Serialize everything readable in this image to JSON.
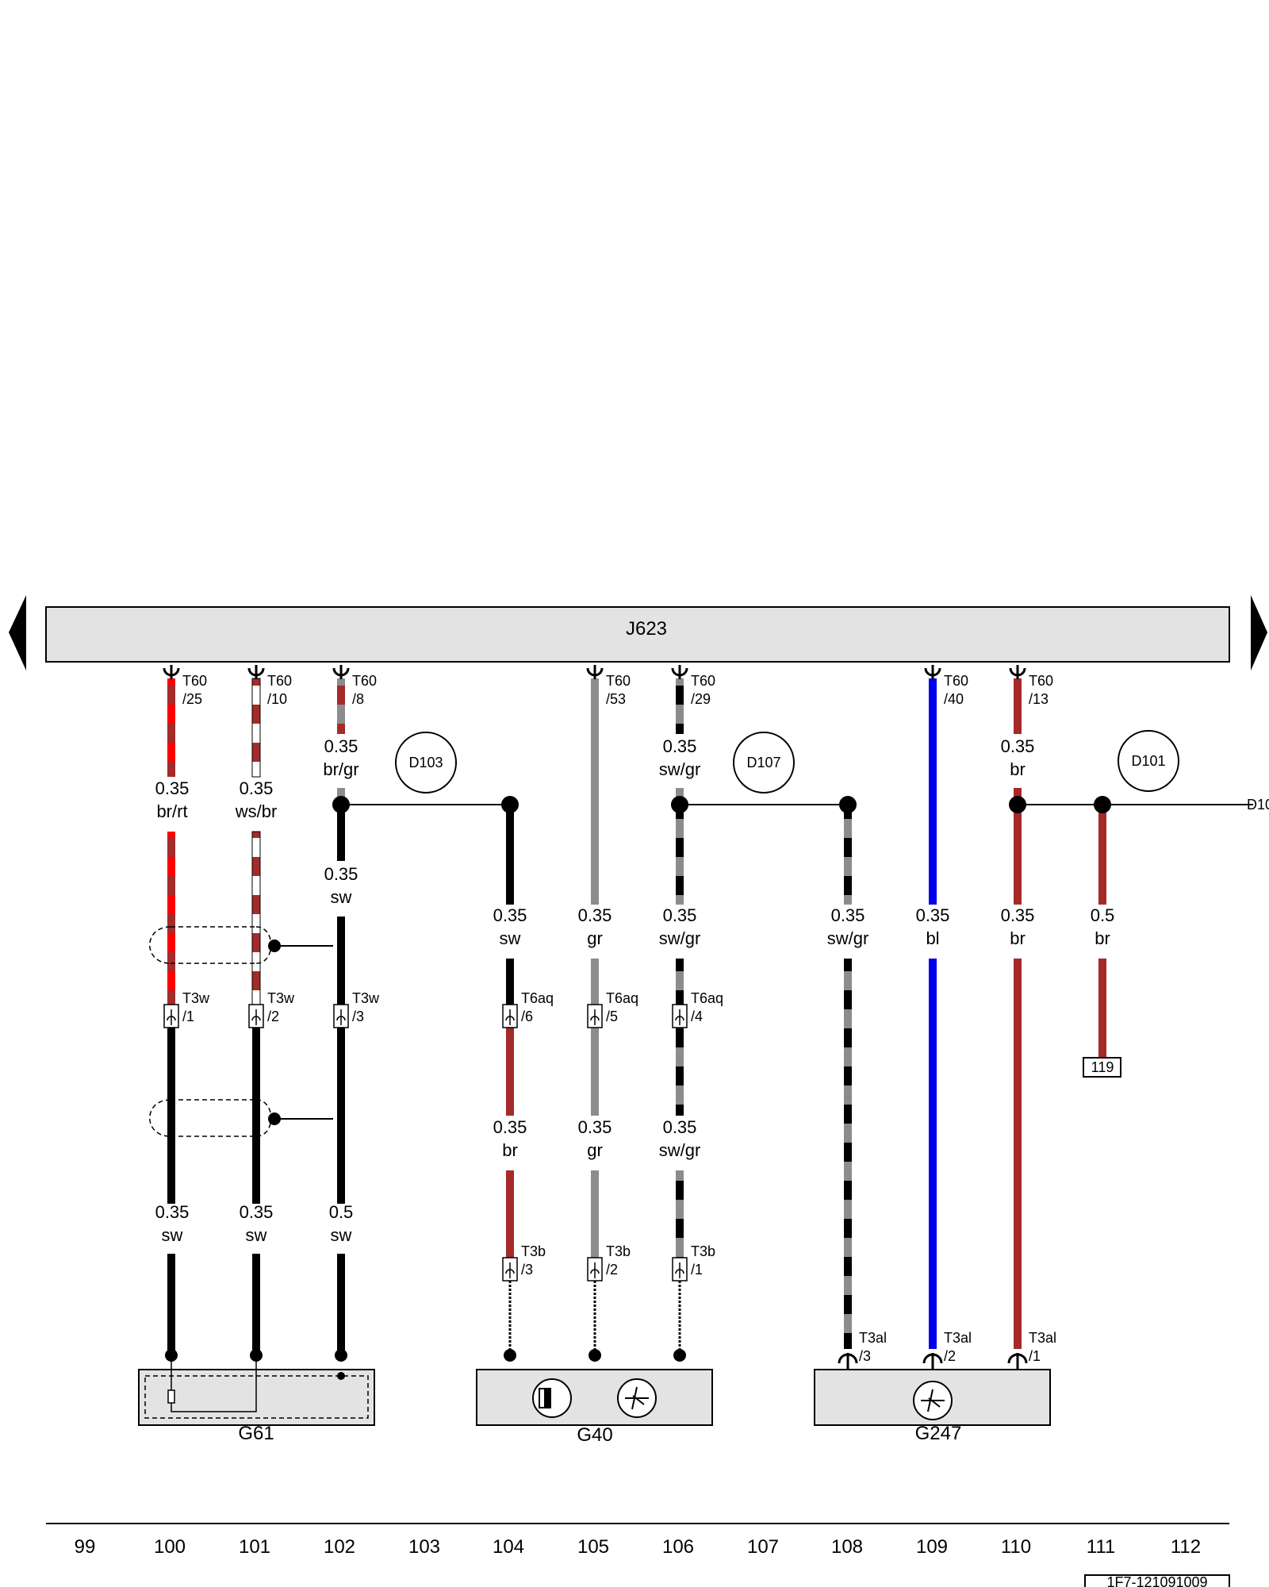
{
  "module": {
    "label": "J623"
  },
  "splices": [
    {
      "id": "d103",
      "label": "D103"
    },
    {
      "id": "d107",
      "label": "D107"
    },
    {
      "id": "d101",
      "label": "D101"
    }
  ],
  "offpage_ref": "D10",
  "components": [
    {
      "id": "g61",
      "label": "G61"
    },
    {
      "id": "g40",
      "label": "G40"
    },
    {
      "id": "g247",
      "label": "G247"
    }
  ],
  "pins": [
    {
      "conn": "T60",
      "pin": "/25"
    },
    {
      "conn": "T60",
      "pin": "/10"
    },
    {
      "conn": "T60",
      "pin": "/8"
    },
    {
      "conn": "T60",
      "pin": "/53"
    },
    {
      "conn": "T60",
      "pin": "/29"
    },
    {
      "conn": "T60",
      "pin": "/40"
    },
    {
      "conn": "T60",
      "pin": "/13"
    },
    {
      "conn": "T3w",
      "pin": "/1"
    },
    {
      "conn": "T3w",
      "pin": "/2"
    },
    {
      "conn": "T3w",
      "pin": "/3"
    },
    {
      "conn": "T6aq",
      "pin": "/6"
    },
    {
      "conn": "T6aq",
      "pin": "/5"
    },
    {
      "conn": "T6aq",
      "pin": "/4"
    },
    {
      "conn": "T3b",
      "pin": "/3"
    },
    {
      "conn": "T3b",
      "pin": "/2"
    },
    {
      "conn": "T3b",
      "pin": "/1"
    },
    {
      "conn": "T3al",
      "pin": "/3"
    },
    {
      "conn": "T3al",
      "pin": "/2"
    },
    {
      "conn": "T3al",
      "pin": "/1"
    }
  ],
  "wire_labels": [
    {
      "size": "0.35",
      "color": "br/rt"
    },
    {
      "size": "0.35",
      "color": "ws/br"
    },
    {
      "size": "0.35",
      "color": "br/gr"
    },
    {
      "size": "0.35",
      "color": "sw/gr"
    },
    {
      "size": "0.35",
      "color": "br"
    },
    {
      "size": "0.35",
      "color": "sw"
    },
    {
      "size": "0.35",
      "color": "sw"
    },
    {
      "size": "0.35",
      "color": "gr"
    },
    {
      "size": "0.35",
      "color": "sw/gr"
    },
    {
      "size": "0.35",
      "color": "sw/gr"
    },
    {
      "size": "0.35",
      "color": "bl"
    },
    {
      "size": "0.35",
      "color": "br"
    },
    {
      "size": "0.5",
      "color": "br"
    },
    {
      "size": "0.35",
      "color": "br"
    },
    {
      "size": "0.35",
      "color": "gr"
    },
    {
      "size": "0.35",
      "color": "sw/gr"
    },
    {
      "size": "0.35",
      "color": "sw"
    },
    {
      "size": "0.35",
      "color": "sw"
    },
    {
      "size": "0.5",
      "color": "sw"
    }
  ],
  "ref_box": "119",
  "footer": {
    "track_numbers": [
      "99",
      "100",
      "101",
      "102",
      "103",
      "104",
      "105",
      "106",
      "107",
      "108",
      "109",
      "110",
      "111",
      "112"
    ],
    "doc_id": "1F7-121091009"
  },
  "colors": {
    "module_fill": "#e3e3e3",
    "component_fill": "#e3e3e3",
    "sw": "#000000",
    "br": "#a52a2a",
    "rt": "#ff0000",
    "ws": "#ffffff",
    "gr": "#8c8c8c",
    "bl": "#0000ee"
  }
}
